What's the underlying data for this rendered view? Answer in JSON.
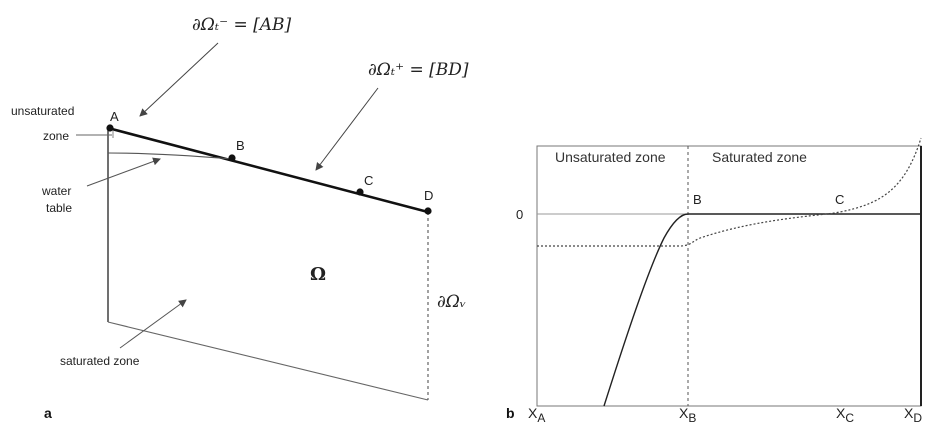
{
  "left_panel": {
    "panel_label": "a",
    "boundary_minus": "∂Ωₜ⁻ = [AB]",
    "boundary_plus": "∂Ωₜ⁺ = [BD]",
    "boundary_v": "∂Ωᵥ",
    "domain_symbol": "Ω",
    "labels": {
      "unsaturated": "unsaturated",
      "zone": "zone",
      "water": "water",
      "table": "table",
      "saturated_zone": "saturated zone"
    },
    "points": {
      "A": "A",
      "B": "B",
      "C": "C",
      "D": "D"
    }
  },
  "right_panel": {
    "panel_label": "b",
    "unsaturated_zone": "Unsaturated zone",
    "saturated_zone": "Saturated zone",
    "zero": "0",
    "point_B": "B",
    "point_C": "C",
    "x_ticks": [
      {
        "main": "X",
        "sub": "A"
      },
      {
        "main": "X",
        "sub": "B"
      },
      {
        "main": "X",
        "sub": "C"
      },
      {
        "main": "X",
        "sub": "D"
      }
    ]
  }
}
